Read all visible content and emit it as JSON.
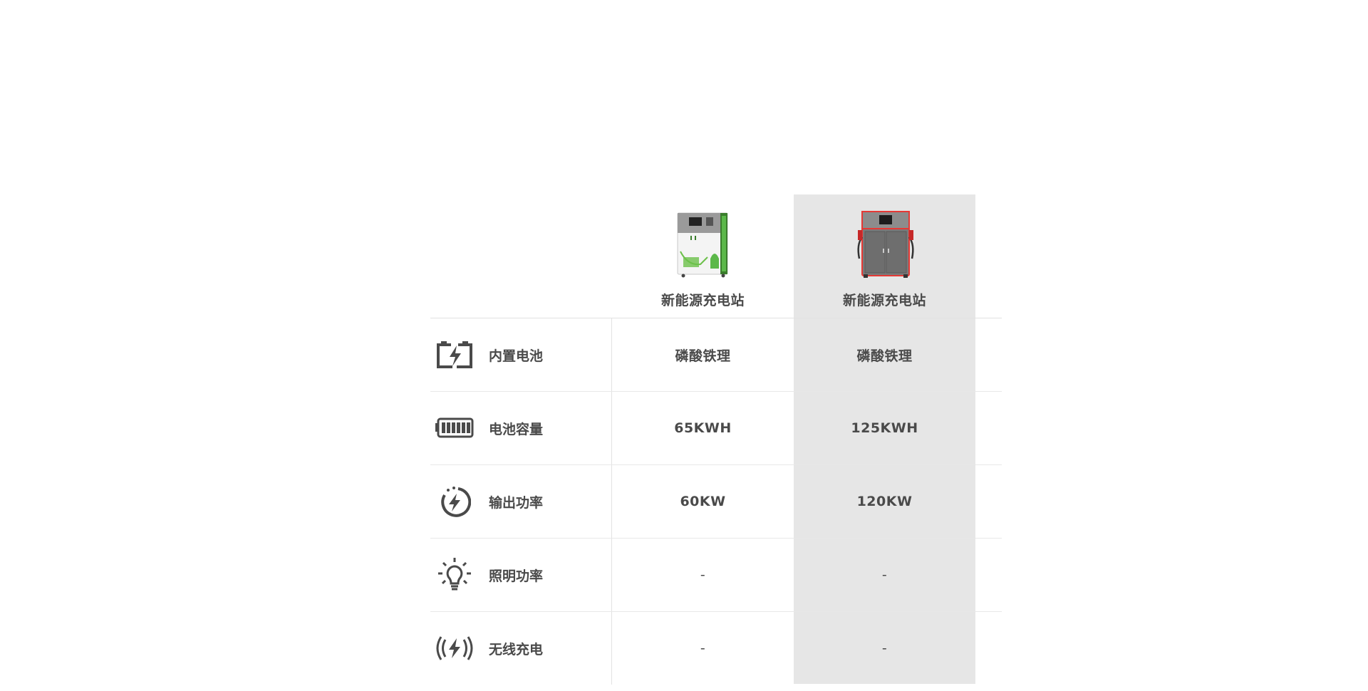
{
  "products": [
    {
      "name": "新能源充电站",
      "image_icon": "white-green-charging-station-image",
      "accent": "#4caf50"
    },
    {
      "name": "新能源充电站",
      "image_icon": "grey-red-charging-station-image",
      "accent": "#e53935"
    }
  ],
  "specs": [
    {
      "label": "内置电池",
      "icon": "battery-bolt-icon",
      "values": [
        "磷酸铁理",
        "磷酸铁理"
      ]
    },
    {
      "label": "电池容量",
      "icon": "battery-capacity-icon",
      "values": [
        "65KWH",
        "125KWH"
      ]
    },
    {
      "label": "输出功率",
      "icon": "power-output-icon",
      "values": [
        "60KW",
        "120KW"
      ]
    },
    {
      "label": "照明功率",
      "icon": "light-bulb-icon",
      "values": [
        "-",
        "-"
      ]
    },
    {
      "label": "无线充电",
      "icon": "wireless-charging-icon",
      "values": [
        "-",
        "-"
      ]
    }
  ],
  "colors": {
    "text": "#4a4a4a",
    "highlight": "#e6e6e6",
    "divider": "#e2e2e2"
  }
}
